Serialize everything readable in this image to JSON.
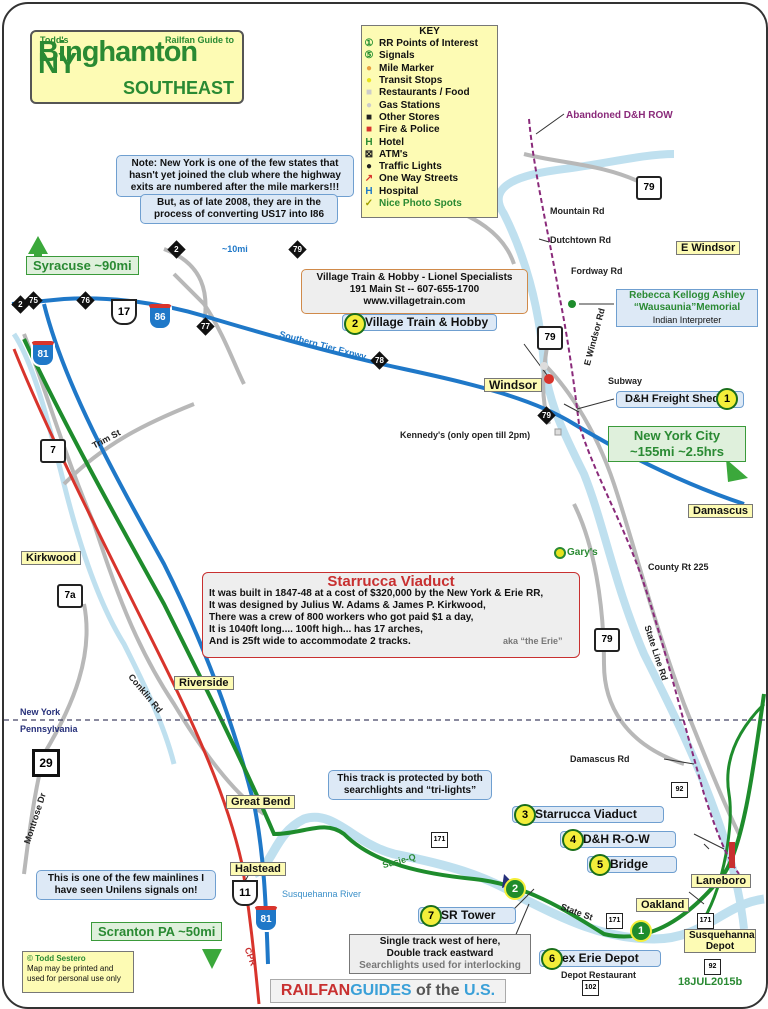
{
  "title": {
    "by": "Todd's",
    "guide": "Railfan Guide to",
    "city": "Binghamton NY",
    "area": "SOUTHEAST"
  },
  "key": {
    "heading": "KEY",
    "items": [
      {
        "label": "RR Points of Interest",
        "icon": "poi-number-icon"
      },
      {
        "label": "Signals",
        "icon": "signal-icon"
      },
      {
        "label": "Mile Marker",
        "icon": "mile-marker-icon"
      },
      {
        "label": "Transit Stops",
        "icon": "transit-stop-icon"
      },
      {
        "label": "Restaurants / Food",
        "icon": "restaurant-icon"
      },
      {
        "label": "Gas Stations",
        "icon": "gas-station-icon"
      },
      {
        "label": "Other Stores",
        "icon": "store-icon"
      },
      {
        "label": "Fire & Police",
        "icon": "fire-police-icon"
      },
      {
        "label": "Hotel",
        "icon": "hotel-icon"
      },
      {
        "label": "ATM's",
        "icon": "atm-icon"
      },
      {
        "label": "Traffic Lights",
        "icon": "traffic-light-icon"
      },
      {
        "label": "One Way Streets",
        "icon": "one-way-icon"
      },
      {
        "label": "Hospital",
        "icon": "hospital-icon"
      },
      {
        "label": "Nice Photo Spots",
        "icon": "photo-spot-icon"
      }
    ]
  },
  "colors": {
    "track_green": "#1e8c2c",
    "highway_blue": "#1f78c8",
    "cpr_red": "#d8342c",
    "river": "#bfe0ef",
    "dh_row": "#8a2a7a",
    "state_line": "#444466"
  },
  "notes": {
    "ny_exits": "Note: New York is one of the few states that hasn't yet joined the club where the highway exits are numbered after the mile markers!!!",
    "converting": "But, as of late 2008, they are in the process of converting US17 into I86",
    "unilens": "This track is protected by both searchlights and “tri-lights”",
    "mainlines": "This is one of the few mainlines I have seen Unilens signals on!",
    "single_track_1": "Single track west of here,",
    "single_track_2": "Double track eastward",
    "single_track_3": "Searchlights used for interlocking"
  },
  "village_train": {
    "line1": "Village Train & Hobby - Lionel Specialists",
    "line2": "191 Main St -- 607-655-1700",
    "line3": "www.villagetrain.com"
  },
  "starrucca": {
    "title": "Starrucca Viaduct",
    "lines": [
      "It was built in 1847-48 at a cost of $320,000 by the New York & Erie RR,",
      "It was designed by Julius W. Adams & James P. Kirkwood,",
      "There was a crew of 800 workers who got paid $1 a day,",
      "It is 1040ft long.... 100ft high... has 17 arches,",
      "And is 25ft wide to accommodate 2 tracks."
    ],
    "aka": "aka “the Erie”"
  },
  "poi": [
    {
      "n": "1",
      "label": "D&H Freight Shed"
    },
    {
      "n": "2",
      "label": "Village Train & Hobby"
    },
    {
      "n": "3",
      "label": "Starrucca Viaduct"
    },
    {
      "n": "4",
      "label": "D&H R-O-W"
    },
    {
      "n": "5",
      "label": "Bridge"
    },
    {
      "n": "6",
      "label": "ex Erie Depot"
    },
    {
      "n": "7",
      "label": "SR Tower"
    }
  ],
  "places": {
    "windsor": "Windsor",
    "e_windsor": "E Windsor",
    "damascus": "Damascus",
    "kirkwood": "Kirkwood",
    "riverside": "Riverside",
    "great_bend": "Great Bend",
    "halstead": "Halstead",
    "oakland": "Oakland",
    "laneboro": "Laneboro",
    "susquehanna_depot": "Susquehanna Depot",
    "gary": "Gary's"
  },
  "directions": {
    "syracuse": "Syracuse ~90mi",
    "nyc_1": "New York City",
    "nyc_2": "~155mi  ~2.5hrs",
    "scranton": "Scranton PA ~50mi"
  },
  "roads": {
    "abandoned": "Abandoned D&H ROW",
    "mountain": "Mountain Rd",
    "dutchtown": "Dutchtown Rd",
    "fordway": "Fordway Rd",
    "e_windsor_rd": "E Windsor Rd",
    "subway": "Subway",
    "kennedys": "Kennedy's (only open till 2pm)",
    "trim": "Trim St",
    "county225": "County Rt 225",
    "state_line": "State Line Rd",
    "damascus_rd": "Damascus Rd",
    "conklin": "Conklin Rd",
    "montrose": "Montrose Dr",
    "susie_q": "Susie-Q",
    "susquehanna": "Susquehanna River",
    "state_st": "State St",
    "cpr": "CPR",
    "expwy": "Southern Tier Expwy",
    "ten_mi": "~10mi",
    "depot_rest": "Depot Restaurant"
  },
  "rebecca": {
    "line1": "Rebecca Kellogg Ashley",
    "line2": "“Wausaunia”Memorial",
    "line3": "Indian Interpreter"
  },
  "state_labels": {
    "ny": "New York",
    "pa": "Pennsylvania"
  },
  "shields": {
    "r79": "79",
    "r7": "7",
    "r7a": "7a",
    "r29": "29",
    "r17": "17",
    "r86": "86",
    "r81": "81",
    "r11": "11",
    "r171": "171",
    "r92": "92",
    "r102": "102"
  },
  "mile_markers": {
    "m2": "2",
    "m75": "75",
    "m76": "76",
    "m77": "77",
    "m78": "78",
    "m79": "79"
  },
  "credits": {
    "author": "Todd Sestero",
    "permission": "Map may be printed and used for personal use only",
    "date": "18JUL2015b",
    "brand_a": "RAILFAN",
    "brand_b": "GUIDES",
    "brand_c": " of the ",
    "brand_d": "U.S."
  }
}
